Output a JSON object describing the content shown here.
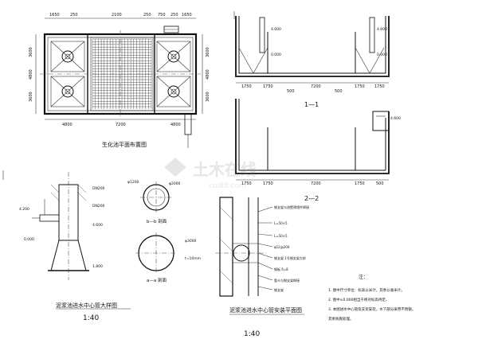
{
  "plan": {
    "title": "生化池平面布置图",
    "dims_top": [
      "1650",
      "250",
      "2100",
      "250",
      "750",
      "250",
      "1650"
    ],
    "dims_bottom": [
      "4800",
      "7200",
      "4800"
    ],
    "dims_left": [
      "3600",
      "4800",
      "3600"
    ],
    "dims_right": [
      "3600",
      "4800",
      "3600"
    ]
  },
  "section11": {
    "title": "1—1",
    "dims": [
      "1750",
      "1750",
      "7200",
      "1750",
      "1750"
    ],
    "small_dims": [
      "500",
      "500"
    ],
    "levels": [
      "4.600",
      "4.600",
      "0.000",
      "0.000"
    ]
  },
  "section22": {
    "title": "2—2",
    "dims": [
      "1750",
      "1750",
      "7200",
      "1750",
      "500"
    ],
    "levels": [
      "4.600"
    ]
  },
  "detail_pipe": {
    "title": "泥浆池进水中心管大样图",
    "scale": "1:40",
    "labels": [
      "DN200",
      "DN200",
      "4.200",
      "4.600",
      "0.000",
      "1.800"
    ]
  },
  "detail_bb": {
    "title": "b—b 剖面",
    "labels": [
      "φ1200",
      "φ2000"
    ]
  },
  "detail_aa": {
    "title": "a—a 剖面",
    "labels": [
      "φ3000",
      "t=10mm"
    ]
  },
  "detail_support": {
    "title": "泥浆池进水中心管安装平面图",
    "scale": "1:40",
    "labels": [
      "钢支架与池壁预埋件焊接",
      "L=50×5",
      "L=50×5",
      "φ12@200",
      "钢支架 1号钢支架大样",
      "钢板 δ=8",
      "管卡与钢支架焊接",
      "钢支架"
    ]
  },
  "notes": {
    "heading": "注：",
    "items": [
      "1. 图中尺寸单位：标高以米计，其余以毫米计。",
      "2. 图中±0.000相当于绝对标高待定。",
      "3. 本图进水中心管及支架安装，水下部分采用不锈钢，",
      "   其余防腐处理。"
    ]
  },
  "watermark": {
    "text": "土木在线",
    "url": "coi88.com"
  }
}
